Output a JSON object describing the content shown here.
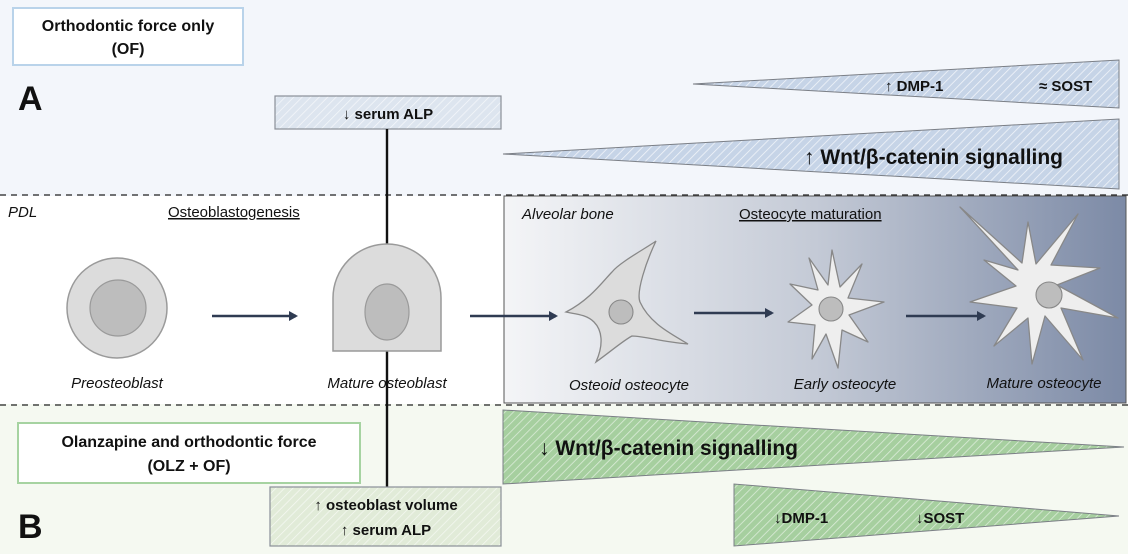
{
  "panel_a": {
    "title_line1": "Orthodontic force only",
    "title_line2": "(OF)",
    "letter": "A",
    "serum_alp": "↓ serum ALP",
    "wedge_small_left": "↑ DMP-1",
    "wedge_small_right": "≈ SOST",
    "wedge_large": "↑ Wnt/β-catenin signalling",
    "colors": {
      "bg": "#f3f6fb",
      "box_fill": "#dfe6f0",
      "wedge_fill": "#c4d3e6",
      "box_border": "#b9d3ea"
    }
  },
  "middle": {
    "pdl_label": "PDL",
    "osteoblastogenesis": "Osteoblastogenesis",
    "alveolar_bone": "Alveolar bone",
    "osteocyte_maturation": "Osteocyte maturation",
    "cells": {
      "preosteoblast": "Preosteoblast",
      "mature_osteoblast": "Mature osteoblast",
      "osteoid_osteocyte": "Osteoid osteocyte",
      "early_osteocyte": "Early osteocyte",
      "mature_osteocyte": "Mature osteocyte"
    },
    "colors": {
      "gradient_start": "#f4f5f7",
      "gradient_end": "#7c8aa6",
      "arrow": "#2f3b52"
    }
  },
  "panel_b": {
    "title_line1": "Olanzapine and orthodontic force",
    "title_line2": "(OLZ + OF)",
    "letter": "B",
    "box_line1": "↑ osteoblast volume",
    "box_line2": "↑ serum ALP",
    "wedge_large": "↓ Wnt/β-catenin signalling",
    "wedge_small_left": "↓DMP-1",
    "wedge_small_right": "↓SOST",
    "colors": {
      "bg": "#f5f9f1",
      "box_fill": "#e5eede",
      "wedge_fill": "#a9d0a4",
      "box_border": "#a6d3a1"
    }
  }
}
